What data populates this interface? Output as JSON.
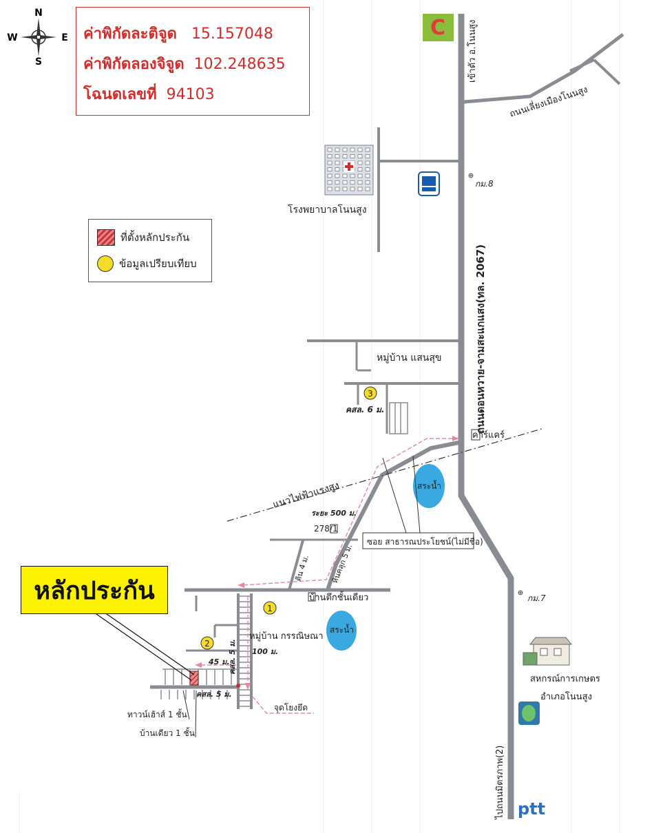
{
  "info": {
    "lat_label": "ค่าพิกัดละติจูด",
    "lat_value": "15.157048",
    "lon_label": "ค่าพิกัดลองจิจูด",
    "lon_value": "102.248635",
    "deed_label": "โฉนดเลขที่",
    "deed_value": "94103"
  },
  "compass": {
    "n": "N",
    "s": "S",
    "e": "E",
    "w": "W"
  },
  "legend": {
    "collateral": "ที่ตั้งหลักประกัน",
    "comparable": "ข้อมูลเปรียบเทียบ"
  },
  "callout": "หลักประกัน",
  "labels": {
    "main_road": "ถนนดอนหวาย-จามสะแกแสง(ทล. 2067)",
    "to_district": "เข้าตัว อ.โนนสูง",
    "bypass": "ถนนเลี่ยงเมืองโนนสูง",
    "km8": "กม.8",
    "km7": "กม.7",
    "hospital": "โรงพยาบาลโนนสูง",
    "village_saensuk": "หมู่บ้าน แสนสุข",
    "road_6m": "คสล. 6 ม.",
    "carcare": "คาร์แคร์",
    "powerline": "แนวไฟฟ้าแรงสูง",
    "distance_500": "ระยะ 500 ม.",
    "house_278": "278/1",
    "soi": "ซอย สาธารณประโยชน์(ไม่มีชื่อ)",
    "pond1": "สระน้ำ",
    "pond2": "สระน้ำ",
    "soil_4m": "ดิน 4 ม.",
    "laterite_5m": "หินคลุก 5 ม.",
    "single_house_top": "บ้านตึกชั้นเดียว",
    "village_kannika": "หมู่บ้าน กรรณิษณา",
    "road_5m_v": "คสล. 5 ม.",
    "distance_100": "100 ม.",
    "distance_45": "45 ม.",
    "road_5m_h": "คสล. 5 ม.",
    "reference_point": "จุดโยงยึด",
    "townhouse": "ทาวน์เฮ้าส์ 1 ชั้น",
    "single_house": "บ้านเดียว 1 ชั้น",
    "coop1": "สหกรณ์การเกษตร",
    "coop2": "อำเภอโนนสูง",
    "to_mittraphap": "ไปถนนมิตรภาพ(2)",
    "ptt": "ptt",
    "comp1": "1",
    "comp2": "2",
    "comp3": "3"
  },
  "colors": {
    "road": "#8a8c93",
    "main_road_label": "#1b5aa8",
    "red": "#d42b2b",
    "pink": "#e48aa0",
    "pond": "#3aa9e2",
    "marker": "#f3dc2b",
    "callout_bg": "#fcf200"
  }
}
